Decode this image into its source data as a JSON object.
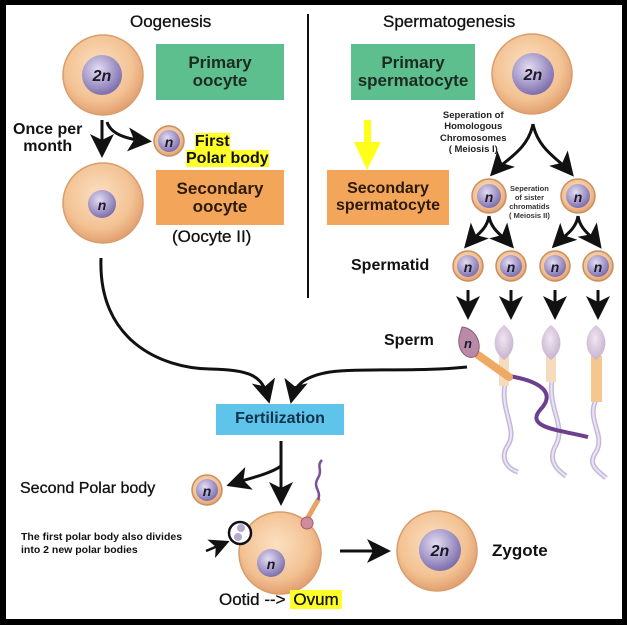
{
  "headings": {
    "left": "Oogenesis",
    "right": "Spermatogenesis"
  },
  "oogenesis": {
    "primary_label": "Primary\noocyte",
    "primary_nucleus": "2n",
    "once_per_month": "Once per\nmonth",
    "first_polar_body": "First\nPolar body",
    "first_polar_nucleus": "n",
    "secondary_label": "Secondary\noocyte",
    "secondary_nucleus": "n",
    "oocyte_ii": "(Oocyte II)"
  },
  "spermatogenesis": {
    "primary_label": "Primary\nspermatocyte",
    "primary_nucleus": "2n",
    "meiosis_i_note": "Seperation of\nHomologous\nChromosomes\n( Meiosis I)",
    "secondary_label": "Secondary\nspermatocyte",
    "secondary_nucleus": "n",
    "meiosis_ii_note": "Seperation\nof sister\nchromatids\n( Meiosis II)",
    "spermatid_label": "Spermatid",
    "spermatid_nucleus": "n",
    "sperm_label": "Sperm",
    "sperm_nucleus": "n"
  },
  "fertilization": {
    "label": "Fertilization",
    "second_polar_body": "Second Polar body",
    "second_polar_nucleus": "n",
    "first_polar_note": "The first polar body also divides\ninto 2 new polar bodies",
    "ootid_nucleus": "n",
    "ootid_label": "Ootid -->",
    "ovum_label": "Ovum",
    "zygote_nucleus": "2n",
    "zygote_label": "Zygote"
  },
  "colors": {
    "cell_fill": "#f5c79a",
    "cell_edge": "#d79c6c",
    "nucleus_fill": "#9c90c4",
    "green_box": "#5dbf8e",
    "orange_box": "#f3a65a",
    "blue_box": "#5fc4ea",
    "highlight": "#ffff2a"
  }
}
